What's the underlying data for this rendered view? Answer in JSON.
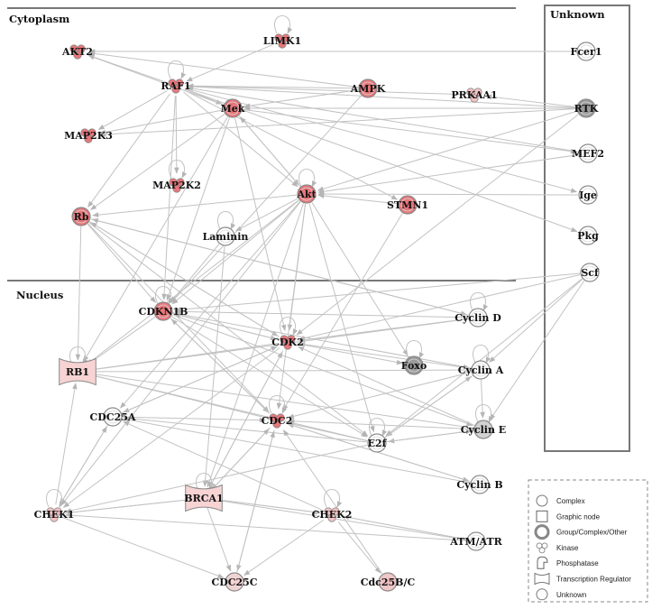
{
  "regions": {
    "cytoplasm": "Cytoplasm",
    "nucleus": "Nucleus",
    "unknown": "Unknown"
  },
  "nodes": [
    {
      "id": "AKT2",
      "label": "AKT2",
      "shape": "kinase",
      "color": "#e8767a"
    },
    {
      "id": "LIMK1",
      "label": "LIMK1",
      "shape": "kinase",
      "color": "#e8767a"
    },
    {
      "id": "RAF1",
      "label": "RAF1",
      "shape": "kinase",
      "color": "#e8767a"
    },
    {
      "id": "AMPK",
      "label": "AMPK",
      "shape": "complex",
      "color": "#e8767a"
    },
    {
      "id": "PRKAA1",
      "label": "PRKAA1",
      "shape": "kinase",
      "color": "#f4c2c3"
    },
    {
      "id": "Mek",
      "label": "Mek",
      "shape": "complex",
      "color": "#e8767a"
    },
    {
      "id": "MAP2K3",
      "label": "MAP2K3",
      "shape": "kinase",
      "color": "#e8767a"
    },
    {
      "id": "MAP2K2",
      "label": "MAP2K2",
      "shape": "kinase",
      "color": "#e8767a"
    },
    {
      "id": "Akt",
      "label": "Akt",
      "shape": "complex",
      "color": "#e8767a"
    },
    {
      "id": "STMN1",
      "label": "STMN1",
      "shape": "complex",
      "color": "#e8767a"
    },
    {
      "id": "Rb",
      "label": "Rb",
      "shape": "complex",
      "color": "#e8767a"
    },
    {
      "id": "Laminin",
      "label": "Laminin",
      "shape": "complex",
      "color": "#ffffff"
    },
    {
      "id": "Fcer1",
      "label": "Fcer1",
      "shape": "complex",
      "color": "#ffffff"
    },
    {
      "id": "RTK",
      "label": "RTK",
      "shape": "complex",
      "color": "#9a9a9a"
    },
    {
      "id": "MEF2",
      "label": "MEF2",
      "shape": "complex",
      "color": "#ffffff"
    },
    {
      "id": "Ige",
      "label": "Ige",
      "shape": "complex",
      "color": "#ffffff"
    },
    {
      "id": "Pkg",
      "label": "Pkg",
      "shape": "complex",
      "color": "#ffffff"
    },
    {
      "id": "Scf",
      "label": "Scf",
      "shape": "complex",
      "color": "#ffffff"
    },
    {
      "id": "CDKN1B",
      "label": "CDKN1B",
      "shape": "complex",
      "color": "#e8767a"
    },
    {
      "id": "CyclinD",
      "label": "Cyclin D",
      "shape": "complex",
      "color": "#ffffff"
    },
    {
      "id": "CDK2",
      "label": "CDK2",
      "shape": "kinase",
      "color": "#e8767a"
    },
    {
      "id": "RB1",
      "label": "RB1",
      "shape": "transreg",
      "color": "#f7d3d4"
    },
    {
      "id": "Foxo",
      "label": "Foxo",
      "shape": "complex",
      "color": "#9a9a9a"
    },
    {
      "id": "CyclinA",
      "label": "Cyclin A",
      "shape": "complex",
      "color": "#ffffff"
    },
    {
      "id": "CDC25A",
      "label": "CDC25A",
      "shape": "complex",
      "color": "#ffffff"
    },
    {
      "id": "CDC2",
      "label": "CDC2",
      "shape": "kinase",
      "color": "#e8767a"
    },
    {
      "id": "CyclinE",
      "label": "Cyclin E",
      "shape": "complex",
      "color": "#cfcfcf"
    },
    {
      "id": "E2f",
      "label": "E2f",
      "shape": "complex",
      "color": "#ffffff"
    },
    {
      "id": "CyclinB",
      "label": "Cyclin B",
      "shape": "complex",
      "color": "#ffffff"
    },
    {
      "id": "CHEK1",
      "label": "CHEK1",
      "shape": "kinase",
      "color": "#f4c2c3"
    },
    {
      "id": "BRCA1",
      "label": "BRCA1",
      "shape": "transreg",
      "color": "#f7d3d4"
    },
    {
      "id": "CHEK2",
      "label": "CHEK2",
      "shape": "kinase",
      "color": "#f4c2c3"
    },
    {
      "id": "ATMATR",
      "label": "ATM/ATR",
      "shape": "complex",
      "color": "#ffffff"
    },
    {
      "id": "CDC25C",
      "label": "CDC25C",
      "shape": "complex",
      "color": "#f7d3d4"
    },
    {
      "id": "Cdc25BC",
      "label": "Cdc25B/C",
      "shape": "complex",
      "color": "#f4c2c3"
    }
  ],
  "edges": [
    [
      "RAF1",
      "Mek"
    ],
    [
      "RAF1",
      "MAP2K2"
    ],
    [
      "RAF1",
      "MAP2K3"
    ],
    [
      "RAF1",
      "Akt"
    ],
    [
      "RAF1",
      "AKT2"
    ],
    [
      "RAF1",
      "Rb"
    ],
    [
      "RAF1",
      "CDKN1B"
    ],
    [
      "RAF1",
      "STMN1"
    ],
    [
      "RAF1",
      "Ige"
    ],
    [
      "RAF1",
      "Pkg"
    ],
    [
      "Mek",
      "AKT2"
    ],
    [
      "Mek",
      "MAP2K3"
    ],
    [
      "Mek",
      "Akt"
    ],
    [
      "Mek",
      "CDKN1B"
    ],
    [
      "Mek",
      "CDK2"
    ],
    [
      "Mek",
      "MEF2"
    ],
    [
      "Mek",
      "Rb"
    ],
    [
      "Mek",
      "RB1"
    ],
    [
      "AMPK",
      "AKT2"
    ],
    [
      "AMPK",
      "Mek"
    ],
    [
      "AMPK",
      "RAF1"
    ],
    [
      "AMPK",
      "CDKN1B"
    ],
    [
      "PRKAA1",
      "RAF1"
    ],
    [
      "LIMK1",
      "RAF1"
    ],
    [
      "Akt",
      "CDKN1B"
    ],
    [
      "Akt",
      "CDK2"
    ],
    [
      "Akt",
      "Rb"
    ],
    [
      "Akt",
      "RB1"
    ],
    [
      "Akt",
      "Mek"
    ],
    [
      "Akt",
      "Laminin"
    ],
    [
      "Akt",
      "Foxo"
    ],
    [
      "Akt",
      "CDC25A"
    ],
    [
      "Akt",
      "BRCA1"
    ],
    [
      "Akt",
      "CHEK1"
    ],
    [
      "Akt",
      "E2f"
    ],
    [
      "Akt",
      "CDC2"
    ],
    [
      "STMN1",
      "Akt"
    ],
    [
      "STMN1",
      "CDC2"
    ],
    [
      "Fcer1",
      "AKT2"
    ],
    [
      "RTK",
      "Akt"
    ],
    [
      "RTK",
      "MAP2K3"
    ],
    [
      "RTK",
      "RAF1"
    ],
    [
      "RTK",
      "Mek"
    ],
    [
      "RTK",
      "CDK2"
    ],
    [
      "RTK",
      "PRKAA1"
    ],
    [
      "MEF2",
      "RAF1"
    ],
    [
      "MEF2",
      "Akt"
    ],
    [
      "Ige",
      "Akt"
    ],
    [
      "Scf",
      "CDKN1B"
    ],
    [
      "Scf",
      "CDK2"
    ],
    [
      "Scf",
      "CyclinE"
    ],
    [
      "Scf",
      "E2f"
    ],
    [
      "Scf",
      "CyclinA"
    ],
    [
      "Laminin",
      "CDKN1B"
    ],
    [
      "Laminin",
      "BRCA1"
    ],
    [
      "Rb",
      "CDKN1B"
    ],
    [
      "Rb",
      "CDK2"
    ],
    [
      "Rb",
      "RB1"
    ],
    [
      "Rb",
      "CyclinD"
    ],
    [
      "Rb",
      "E2f"
    ],
    [
      "Rb",
      "CDC2"
    ],
    [
      "CDKN1B",
      "CDK2"
    ],
    [
      "CDKN1B",
      "RB1"
    ],
    [
      "CDKN1B",
      "CDC2"
    ],
    [
      "CDKN1B",
      "CyclinE"
    ],
    [
      "CDKN1B",
      "CyclinA"
    ],
    [
      "CDKN1B",
      "E2f"
    ],
    [
      "CyclinD",
      "CDK2"
    ],
    [
      "CyclinD",
      "RB1"
    ],
    [
      "CyclinD",
      "CDKN1B"
    ],
    [
      "CyclinD",
      "Rb"
    ],
    [
      "CyclinA",
      "CDK2"
    ],
    [
      "CyclinA",
      "RB1"
    ],
    [
      "CyclinA",
      "CDC2"
    ],
    [
      "CyclinA",
      "E2f"
    ],
    [
      "CyclinA",
      "CyclinE"
    ],
    [
      "CyclinE",
      "CDK2"
    ],
    [
      "CyclinE",
      "RB1"
    ],
    [
      "CyclinE",
      "CDC2"
    ],
    [
      "CyclinE",
      "E2f"
    ],
    [
      "CyclinB",
      "CDC2"
    ],
    [
      "CyclinB",
      "CDC25A"
    ],
    [
      "E2f",
      "CDC2"
    ],
    [
      "E2f",
      "RB1"
    ],
    [
      "E2f",
      "CDC25A"
    ],
    [
      "E2f",
      "CyclinA"
    ],
    [
      "E2f",
      "CyclinE"
    ],
    [
      "E2f",
      "CHEK1"
    ],
    [
      "CDK2",
      "RB1"
    ],
    [
      "CDK2",
      "CDC25A"
    ],
    [
      "CDK2",
      "Rb"
    ],
    [
      "CDK2",
      "CDKN1B"
    ],
    [
      "CDK2",
      "BRCA1"
    ],
    [
      "CDK2",
      "Foxo"
    ],
    [
      "CDK2",
      "CHEK1"
    ],
    [
      "CDC25A",
      "CDK2"
    ],
    [
      "CDC25A",
      "CDC2"
    ],
    [
      "CDC25A",
      "CHEK1"
    ],
    [
      "CDC2",
      "CDC25C"
    ],
    [
      "CDC2",
      "BRCA1"
    ],
    [
      "CDC2",
      "RB1"
    ],
    [
      "CDC2",
      "CyclinB"
    ],
    [
      "CDC2",
      "CDKN1B"
    ],
    [
      "BRCA1",
      "CHEK1"
    ],
    [
      "BRCA1",
      "CHEK2"
    ],
    [
      "BRCA1",
      "CDC25C"
    ],
    [
      "BRCA1",
      "CDK2"
    ],
    [
      "BRCA1",
      "CDC2"
    ],
    [
      "CHEK1",
      "CDC25A"
    ],
    [
      "CHEK1",
      "CDC25C"
    ],
    [
      "CHEK1",
      "BRCA1"
    ],
    [
      "CHEK1",
      "RB1"
    ],
    [
      "CHEK2",
      "CDC25C"
    ],
    [
      "CHEK2",
      "Cdc25BC"
    ],
    [
      "CHEK2",
      "CDC25A"
    ],
    [
      "CHEK2",
      "BRCA1"
    ],
    [
      "ATMATR",
      "CHEK1"
    ],
    [
      "ATMATR",
      "CHEK2"
    ],
    [
      "ATMATR",
      "BRCA1"
    ],
    [
      "Cdc25BC",
      "CDC2"
    ],
    [
      "CDC25C",
      "CDC2"
    ]
  ],
  "self_loops": [
    "LIMK1",
    "RAF1",
    "MAP2K2",
    "Akt",
    "Laminin",
    "CDKN1B",
    "CyclinD",
    "CDK2",
    "Foxo",
    "CyclinA",
    "CDC2",
    "CyclinE",
    "E2f",
    "CHEK1",
    "BRCA1",
    "CHEK2",
    "RB1"
  ],
  "legend": {
    "items": [
      {
        "shape": "complex",
        "label": "Complex"
      },
      {
        "shape": "graphic",
        "label": "Graphic node"
      },
      {
        "shape": "group",
        "label": "Group/Complex/Other"
      },
      {
        "shape": "kinase",
        "label": "Kinase"
      },
      {
        "shape": "phosphatase",
        "label": "Phosphatase"
      },
      {
        "shape": "transreg",
        "label": "Transcription Regulator"
      },
      {
        "shape": "complex",
        "label": "Unknown"
      }
    ]
  },
  "colors": {
    "edge": "#c2c2c2",
    "strong": "#e8767a",
    "light": "#f4c2c3",
    "grey_node": "#9a9a9a",
    "divider": "#777777"
  }
}
